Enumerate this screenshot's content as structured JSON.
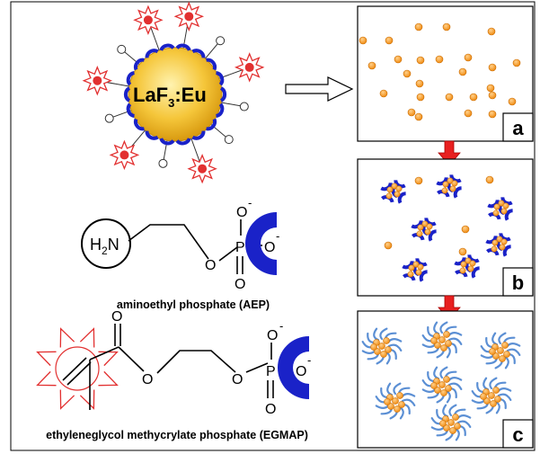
{
  "nanoparticle": {
    "label_main": "LaF",
    "label_sub": "3",
    "label_tail": ":Eu"
  },
  "molecules": {
    "aep": {
      "amine_h": "H",
      "amine_sub": "2",
      "amine_n": "N",
      "o_ester": "O",
      "p": "P",
      "o_top": "O",
      "o_right": "O",
      "o_bottom": "O",
      "charge_top": "-",
      "charge_right": "-",
      "caption": "aminoethyl phosphate (AEP)"
    },
    "egmap": {
      "o_carbonyl": "O",
      "o_ester1": "O",
      "o_ester2": "O",
      "p": "P",
      "o_top": "O",
      "o_right": "O",
      "o_bottom": "O",
      "charge_top": "-",
      "charge_right": "-",
      "caption": "ethyleneglycol methycrylate phosphate (EGMAP)"
    }
  },
  "panels": [
    {
      "label": "a"
    },
    {
      "label": "b"
    },
    {
      "label": "c"
    }
  ],
  "colors": {
    "core": "#f2c230",
    "ligand_arc": "#1a22c8",
    "star": "#e23030",
    "dot": "#f59a1a",
    "polymer": "#5b8fd4"
  }
}
